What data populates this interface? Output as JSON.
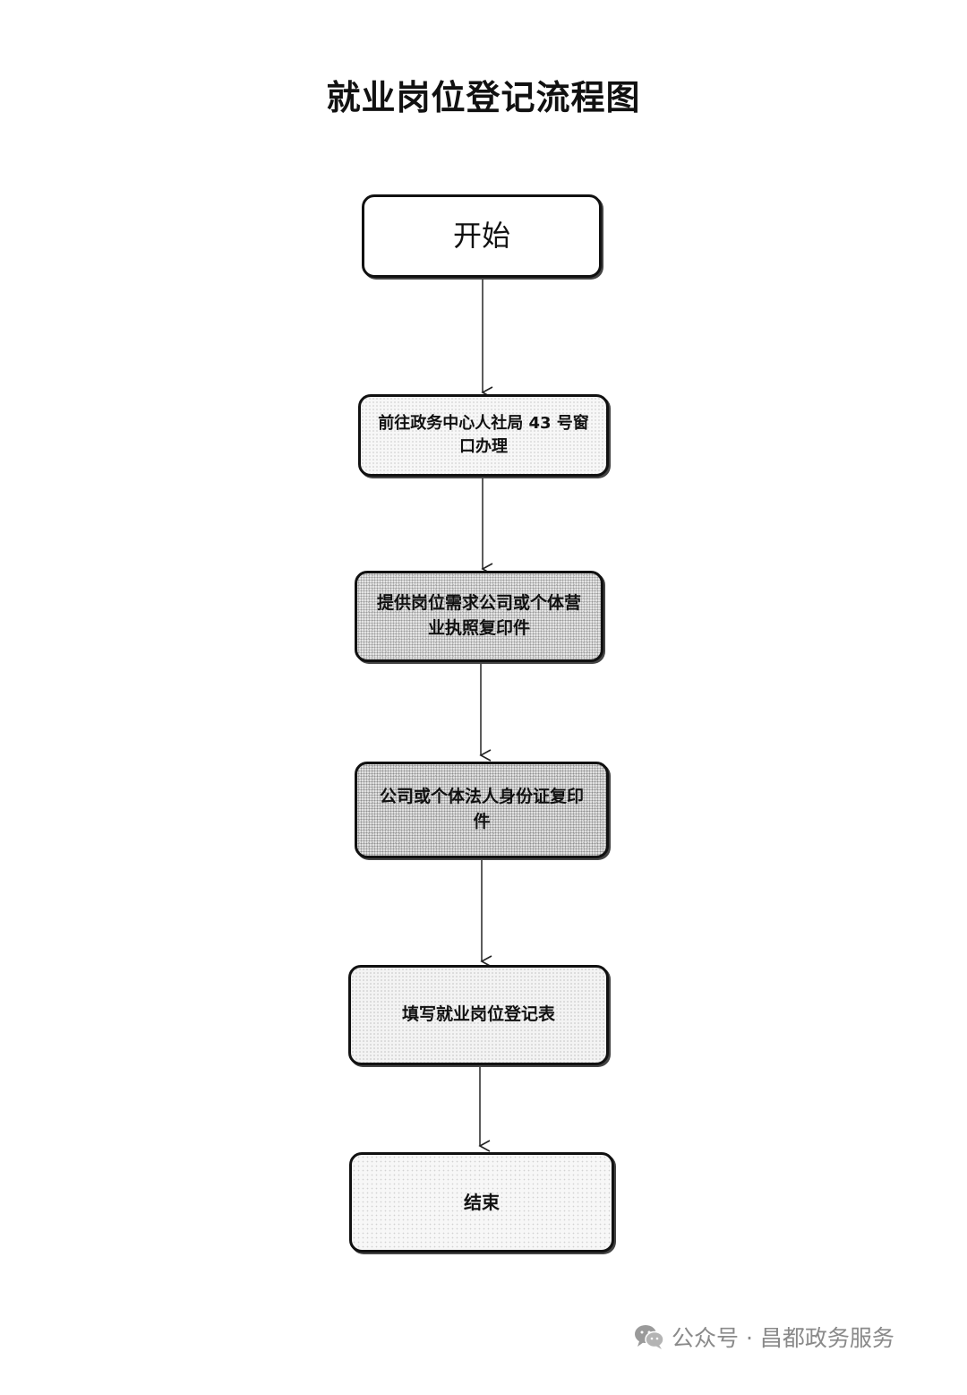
{
  "title": "就业岗位登记流程图",
  "nodes": {
    "start": "开始",
    "go_window": [
      "前往政务中心人社局 43 号窗",
      "口办理"
    ],
    "license": [
      "提供岗位需求公司或个体营",
      "业执照复印件"
    ],
    "id_copy": [
      "公司或个体法人身份证复印",
      "件"
    ],
    "fill_form": "填写就业岗位登记表",
    "end": "结束"
  },
  "watermark": {
    "text": "公众号 · 昌都政务服务",
    "icon": "wechat-icon"
  }
}
